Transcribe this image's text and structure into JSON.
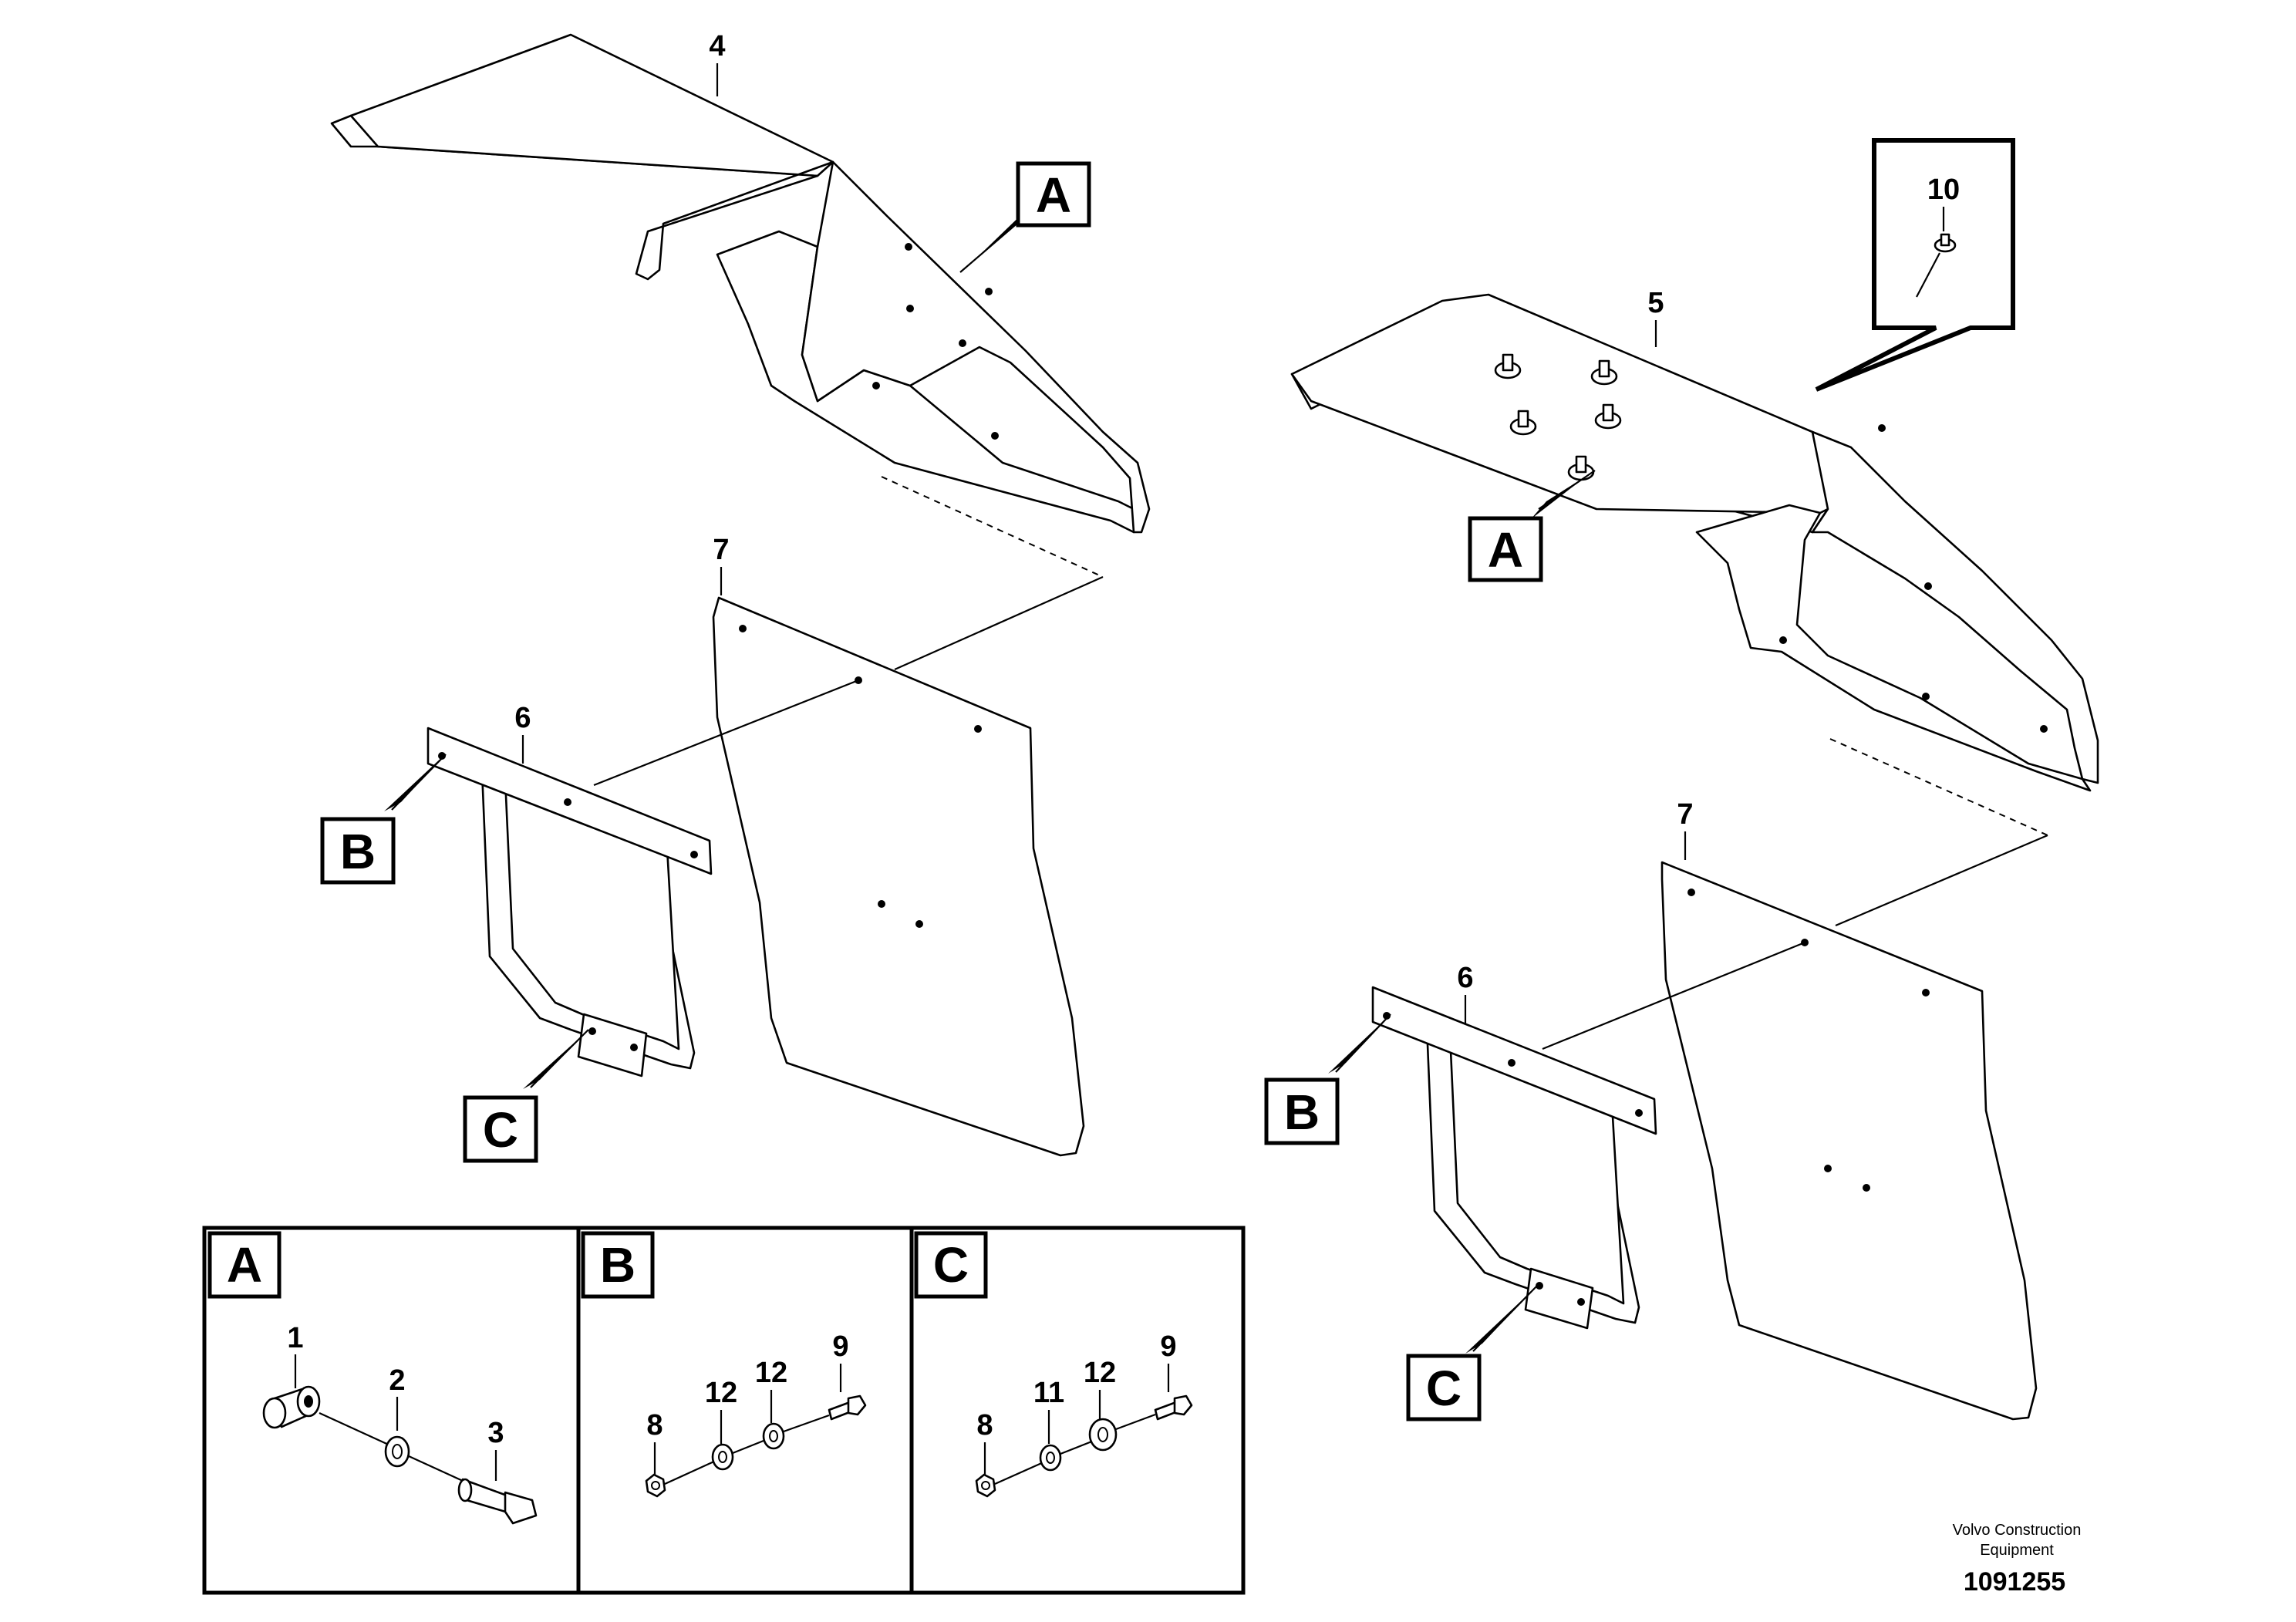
{
  "callouts": {
    "fender_left": "4",
    "fender_right": "5",
    "mudflap_left": "7",
    "mudflap_right": "7",
    "bracket_left": "6",
    "bracket_right": "6",
    "detail_clip": "10",
    "a_roller": "1",
    "a_washer": "2",
    "a_screw": "3",
    "b_nut": "8",
    "b_washer_1": "12",
    "b_washer_2": "12",
    "b_screw": "9",
    "c_nut": "8",
    "c_washer_1": "11",
    "c_washer_2": "12",
    "c_screw": "9"
  },
  "detail_tags": {
    "a_left": "A",
    "a_right": "A",
    "b_left": "B",
    "b_right": "B",
    "c_left": "C",
    "c_right": "C",
    "panel_a": "A",
    "panel_b": "B",
    "panel_c": "C"
  },
  "footer": {
    "company_line1": "Volvo Construction",
    "company_line2": "Equipment",
    "document_number": "1091255"
  }
}
